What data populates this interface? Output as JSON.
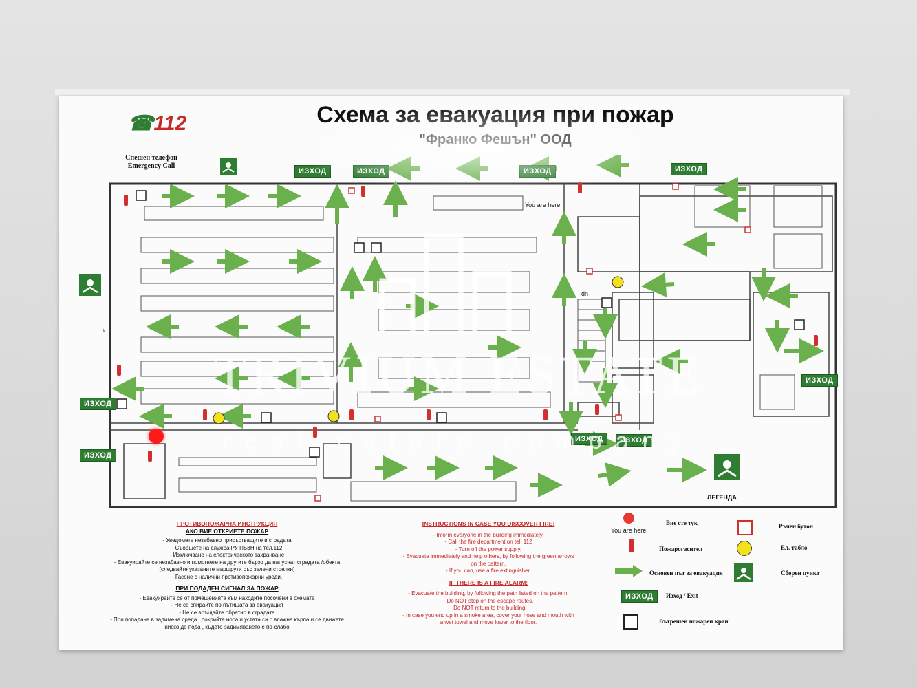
{
  "header": {
    "title": "Схема за евакуация при пожар",
    "subtitle": "\"Франко Фешън\" ООД",
    "logo_text": "112",
    "emergency_bg": "Спешен телефон",
    "emergency_en": "Emergency Call"
  },
  "plan": {
    "exit_label": "ИЗХОД",
    "you_are_here": "You are here",
    "stairs_label": "dn"
  },
  "instructions_bg": {
    "heading1": "ПРОТИВОПОЖАРНА ИНСТРУКЦИЯ",
    "heading2": "АКО ВИЕ ОТКРИЕТЕ ПОЖАР",
    "lines1": [
      "- Уведомете незабавно присъстващите в сградата",
      "- Съобщете на служба РУ ПБЗН на тел.112",
      "- Изключване на електрическото захранване",
      "- Евакуирайте се незабавно и помогнете на другите бързо да напуснат сградата /обекта",
      "(следвайте указаните маршрути със зелени стрелки)",
      "- Гасене с налични противопожарни уреди."
    ],
    "heading3": "ПРИ ПОДАДЕН СИГНАЛ ЗА ПОЖАР",
    "lines2": [
      "- Евакуирайте се от помещенията към находите посочени в схемата",
      "- Не се спирайте по пътищата за евакуация",
      "- Не се връщайте обратно в сградата",
      "- При попадане в задимена среда , покрийте носа и устата си с влажна кърпа и се движете",
      "ниско до пода , където задимяването е по-слабо"
    ]
  },
  "instructions_en": {
    "heading1": "INSTRUCTIONS IN CASE YOU DISCOVER FIRE:",
    "lines1": [
      "- Inform everyone in the building immediately.",
      "- Call the fire department on tel. 112",
      "- Turn off the power supply.",
      "- Evacuate immediately and help others, by following the green arrows",
      "on the pattern.",
      "- If you can, use a fire extinguisher."
    ],
    "heading2": "IF THERE IS A FIRE ALARM:",
    "lines2": [
      "- Evacuate the building, by following the path listed on the pattern.",
      "- Do NOT stop on the escape routes.",
      "- Do NOT return to the building.",
      "- In case you end up in a smoke area, cover your nose and mouth with",
      "a wet towel and move lower to the floor."
    ]
  },
  "legend": {
    "title": "ЛЕГЕНДА",
    "you_are_here_en": "You are here",
    "you_are_here_bg": "Вие сте тук",
    "extinguisher": "Пожарогасител",
    "route": "Основен път за евакуация",
    "exit": "Изход / Exit",
    "hydrant": "Вътрешен пожарен кран",
    "button": "Ръчен бутон",
    "panel": "Ел. табло",
    "assembly": "Сборен пункт"
  },
  "watermark": {
    "brand": "TRIVIUM ESTATE",
    "tagline": "real estate company"
  },
  "colors": {
    "route_green": "#6ab04c",
    "exit_green": "#2e7d32",
    "alarm_red": "#d32f2f",
    "panel_yellow": "#f4e11a"
  },
  "icons": [
    "phone-112-icon",
    "assembly-point-icon",
    "fire-extinguisher-icon",
    "fire-hydrant-icon",
    "manual-call-button-icon",
    "electrical-panel-icon",
    "evacuation-arrow-icon",
    "you-are-here-dot-icon"
  ]
}
